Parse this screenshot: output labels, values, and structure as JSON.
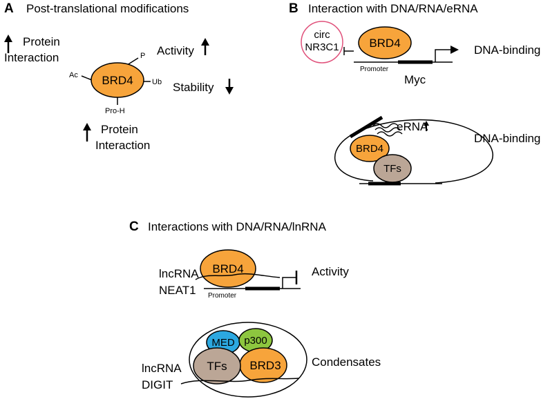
{
  "colors": {
    "orange": "#F7A43B",
    "tan": "#BBA696",
    "blue": "#2CA8E0",
    "green": "#8DC63F",
    "pink": "#E0507A"
  },
  "panelA": {
    "letter": "A",
    "title": "Post-translational modifications",
    "protein": "BRD4",
    "mod_p": "P",
    "mod_ac": "Ac",
    "mod_ub": "Ub",
    "mod_proh": "Pro-H",
    "protein_interaction_top": [
      "Protein",
      "Interaction"
    ],
    "activity": "Activity",
    "stability": "Stability",
    "protein_interaction_bottom": [
      "Protein",
      "Interaction"
    ]
  },
  "panelB": {
    "letter": "B",
    "title": "Interaction with DNA/RNA/eRNA",
    "circ_lines": [
      "circ",
      "NR3C1"
    ],
    "protein": "BRD4",
    "promoter": "Promoter",
    "gene": "Myc",
    "dna_binding_1": "DNA-binding",
    "erna": "eRNA",
    "protein2": "BRD4",
    "tfs": "TFs",
    "dna_binding_2": "DNA-binding"
  },
  "panelC": {
    "letter": "C",
    "title": "Interactions with DNA/RNA/lnRNA",
    "lncrna1": [
      "lncRNA",
      "NEAT1"
    ],
    "protein": "BRD4",
    "promoter": "Promoter",
    "activity": "Activity",
    "med": "MED",
    "p300": "p300",
    "tfs": "TFs",
    "brd3": "BRD3",
    "lncrna2": [
      "lncRNA",
      "DIGIT"
    ],
    "condensates": "Condensates"
  }
}
